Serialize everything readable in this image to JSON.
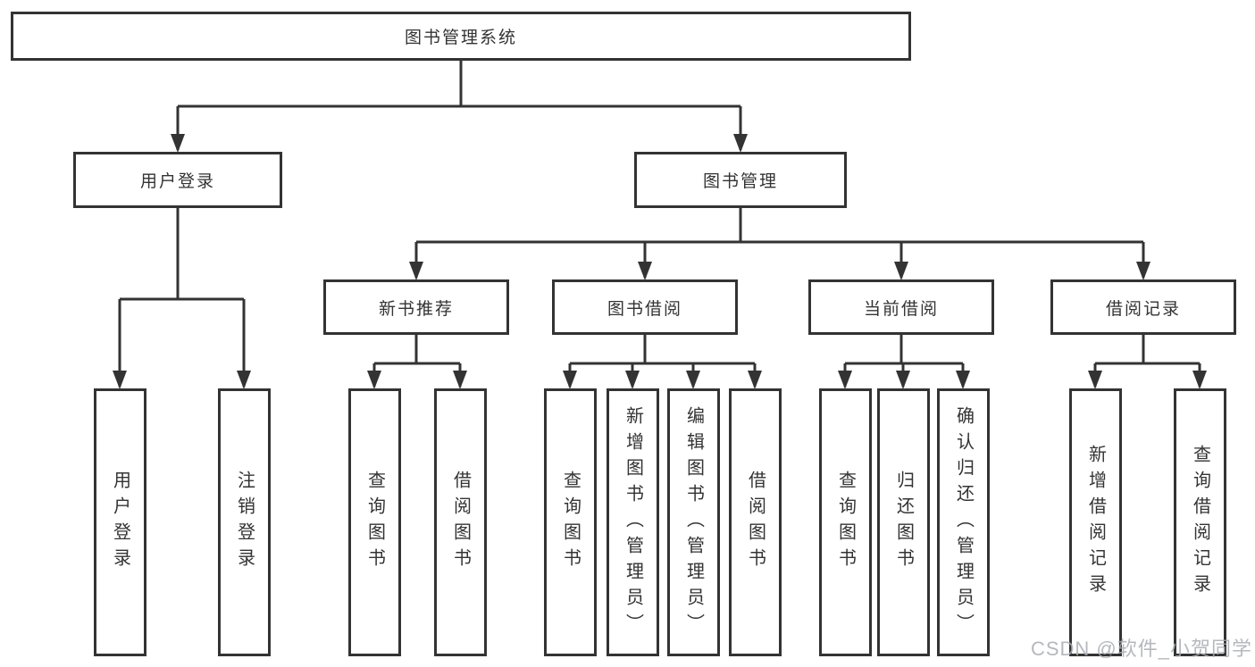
{
  "diagram": {
    "root": {
      "label": "图书管理系统"
    },
    "branches": [
      {
        "label": "用户登录",
        "children": [
          {
            "label": "用户登录"
          },
          {
            "label": "注销登录"
          }
        ]
      },
      {
        "label": "图书管理",
        "children": [
          {
            "label": "新书推荐",
            "children": [
              {
                "label": "查询图书"
              },
              {
                "label": "借阅图书"
              }
            ]
          },
          {
            "label": "图书借阅",
            "children": [
              {
                "label": "查询图书"
              },
              {
                "label": "新增图书（管理员）"
              },
              {
                "label": "编辑图书（管理员）"
              },
              {
                "label": "借阅图书"
              }
            ]
          },
          {
            "label": "当前借阅",
            "children": [
              {
                "label": "查询图书"
              },
              {
                "label": "归还图书"
              },
              {
                "label": "确认归还（管理员）"
              }
            ]
          },
          {
            "label": "借阅记录",
            "children": [
              {
                "label": "新增借阅记录"
              },
              {
                "label": "查询借阅记录"
              }
            ]
          }
        ]
      }
    ]
  },
  "watermark": {
    "text": "CSDN @软件_小贺同学"
  },
  "colors": {
    "line": "#333333",
    "border": "#333333",
    "text": "#333333",
    "background": "#ffffff",
    "watermark": "#a9acb2"
  }
}
